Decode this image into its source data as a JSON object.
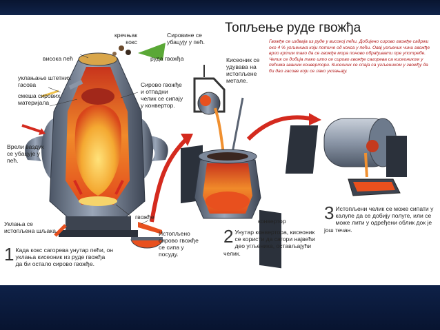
{
  "title": "Топљење руде гвожђа",
  "description": "Гвожђе се издваја из руде у високој пећи. Добијено сирово гвожђе садржи око 4 % угљеника који потиче од кокса у пећи. Овај угљеник чини гвожђе врло кртим тако да се гвожђе мора поново обрађивати пре употребе. Челик се добија тако што се сирово гвожђе сагорева са кисеоником у пећима званим конвертори. Кисеоник се спаја са угљеником у гвожђу да би дао гасове који се лако уклањају.",
  "labels": {
    "coke": "кречњак\nкокс",
    "raw_materials": "Сировине се\nубацују у пећ.",
    "iron_ore": "руда гвожђа",
    "blast_furnace": "висока пећ",
    "removing_gases": "уклањање штетних\nгасова",
    "mixture": "смеша сирових\nматеријала",
    "hot_air": "Врели ваздух\nсе убацује у\nпећ.",
    "pig_iron_scrap": "Сирово гвожђе\nи отпадни\nчелик се сипају\nу конвертор.",
    "oxygen_blown": "Кисеоник се\nудувава на\nистопљене\nметале.",
    "iron": "гвожђе",
    "slag_removed": "Уклања се\nистопљена шљака.",
    "molten_pig_iron": "Истопљено\nсирово гвожђе\nсе сипа у\nпосуду.",
    "converter": "конвертор"
  },
  "steps": [
    {
      "number": "1",
      "text": "Када кокс сагорева унутар пећи, он\nуклања кисеоник из руде гвожђа\nда би остало сирово гвожђе."
    },
    {
      "number": "2",
      "text": "Унутар конвертора, кисеоник\nсе користи да сагори највећи\nдео угљеника, остављајући челик."
    },
    {
      "number": "3",
      "text": "Истопљени челик се може сипати у\nкалупе да се добију полуге, или се\nможе лити у одређени облик док је\nјош течан."
    }
  ],
  "colors": {
    "molten": "#e8501e",
    "hot_core": "#f5c63a",
    "metal": "#6d7a8c",
    "arrow_red": "#d42a1e",
    "desc_text": "#b21a1a",
    "frame": "#0b1a3a"
  }
}
